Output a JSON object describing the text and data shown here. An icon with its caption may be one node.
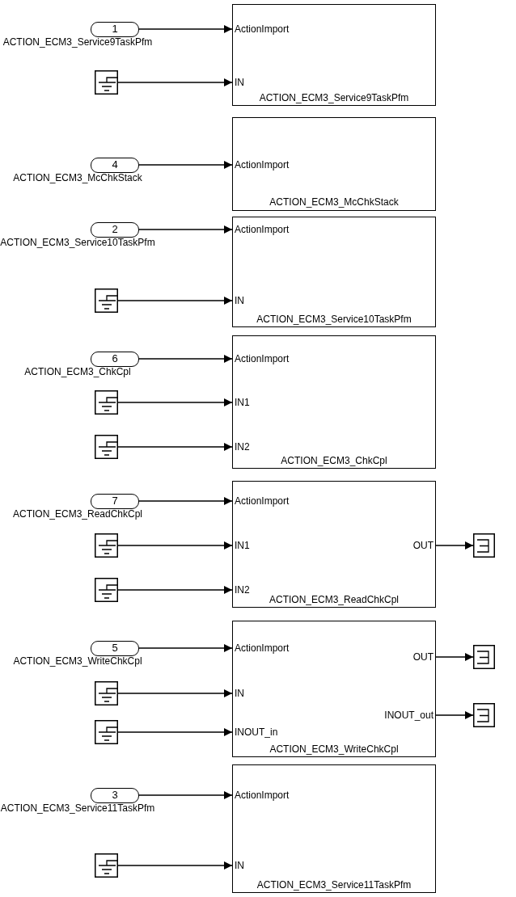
{
  "diagram": {
    "nodes": [
      {
        "text": [
          "1"
        ],
        "beside": [
          "ACTION_ECM3_Service9TaskPfm"
        ]
      },
      {
        "text": [],
        "shape": "box"
      },
      {
        "text": [
          "ActionImport",
          "IN",
          "ACTION_ECM3_Service9TaskPfm"
        ]
      },
      {
        "text": [
          "4"
        ],
        "beside": [
          "ACTION_ECM3_McChkStack"
        ]
      },
      {
        "text": [
          "ActionImport",
          "ACTION_ECM3_McChkStack"
        ]
      },
      {
        "text": [
          "2"
        ],
        "beside": [
          "ACTION_ECM3_Service10TaskPfm"
        ]
      },
      {
        "text": [],
        "shape": "box"
      },
      {
        "text": [
          "ActionImport",
          "IN",
          "ACTION_ECM3_Service10TaskPfm"
        ]
      },
      {
        "text": [
          "6"
        ],
        "beside": [
          "ACTION_ECM3_ChkCpl"
        ]
      },
      {
        "text": [],
        "shape": "box"
      },
      {
        "text": [],
        "shape": "box"
      },
      {
        "text": [
          "ActionImport",
          "IN1",
          "IN2",
          "ACTION_ECM3_ChkCpl"
        ]
      },
      {
        "text": [
          "7"
        ],
        "beside": [
          "ACTION_ECM3_ReadChkCpl"
        ]
      },
      {
        "text": [],
        "shape": "box"
      },
      {
        "text": [],
        "shape": "box"
      },
      {
        "text": [
          "ActionImport",
          "IN1",
          "OUT",
          "IN2",
          "ACTION_ECM3_ReadChkCpl"
        ]
      },
      {
        "text": [],
        "shape": "box"
      },
      {
        "text": [
          "5"
        ],
        "beside": [
          "ACTION_ECM3_WriteChkCpl"
        ]
      },
      {
        "text": [],
        "shape": "box"
      },
      {
        "text": [],
        "shape": "box"
      },
      {
        "text": [
          "ActionImport",
          "OUT",
          "IN",
          "INOUT_out",
          "INOUT_in",
          "ACTION_ECM3_WriteChkCpl"
        ]
      },
      {
        "text": [],
        "shape": "box"
      },
      {
        "text": [],
        "shape": "box"
      },
      {
        "text": [
          "3"
        ],
        "beside": [
          "ACTION_ECM3_Service11TaskPfm"
        ]
      },
      {
        "text": [],
        "shape": "box"
      },
      {
        "text": [
          "ActionImport",
          "IN",
          "ACTION_ECM3_Service11TaskPfm"
        ]
      }
    ],
    "edges": [
      {
        "from": 0,
        "to": 2,
        "arrow": "to"
      },
      {
        "from": 1,
        "to": 2,
        "arrow": "to"
      },
      {
        "from": 3,
        "to": 4,
        "arrow": "to"
      },
      {
        "from": 5,
        "to": 7,
        "arrow": "to"
      },
      {
        "from": 6,
        "to": 7,
        "arrow": "to"
      },
      {
        "from": 8,
        "to": 11,
        "arrow": "to"
      },
      {
        "from": 9,
        "to": 11,
        "arrow": "to"
      },
      {
        "from": 10,
        "to": 11,
        "arrow": "to"
      },
      {
        "from": 12,
        "to": 15,
        "arrow": "to"
      },
      {
        "from": 13,
        "to": 15,
        "arrow": "to"
      },
      {
        "from": 14,
        "to": 15,
        "arrow": "to"
      },
      {
        "from": 15,
        "to": 16,
        "arrow": "to"
      },
      {
        "from": 17,
        "to": 20,
        "arrow": "to"
      },
      {
        "from": 18,
        "to": 20,
        "arrow": "to"
      },
      {
        "from": 19,
        "to": 20,
        "arrow": "to"
      },
      {
        "from": 20,
        "to": 21,
        "arrow": "to"
      },
      {
        "from": 20,
        "to": 22,
        "arrow": "to"
      },
      {
        "from": 23,
        "to": 25,
        "arrow": "to"
      },
      {
        "from": 24,
        "to": 25,
        "arrow": "to"
      }
    ]
  }
}
